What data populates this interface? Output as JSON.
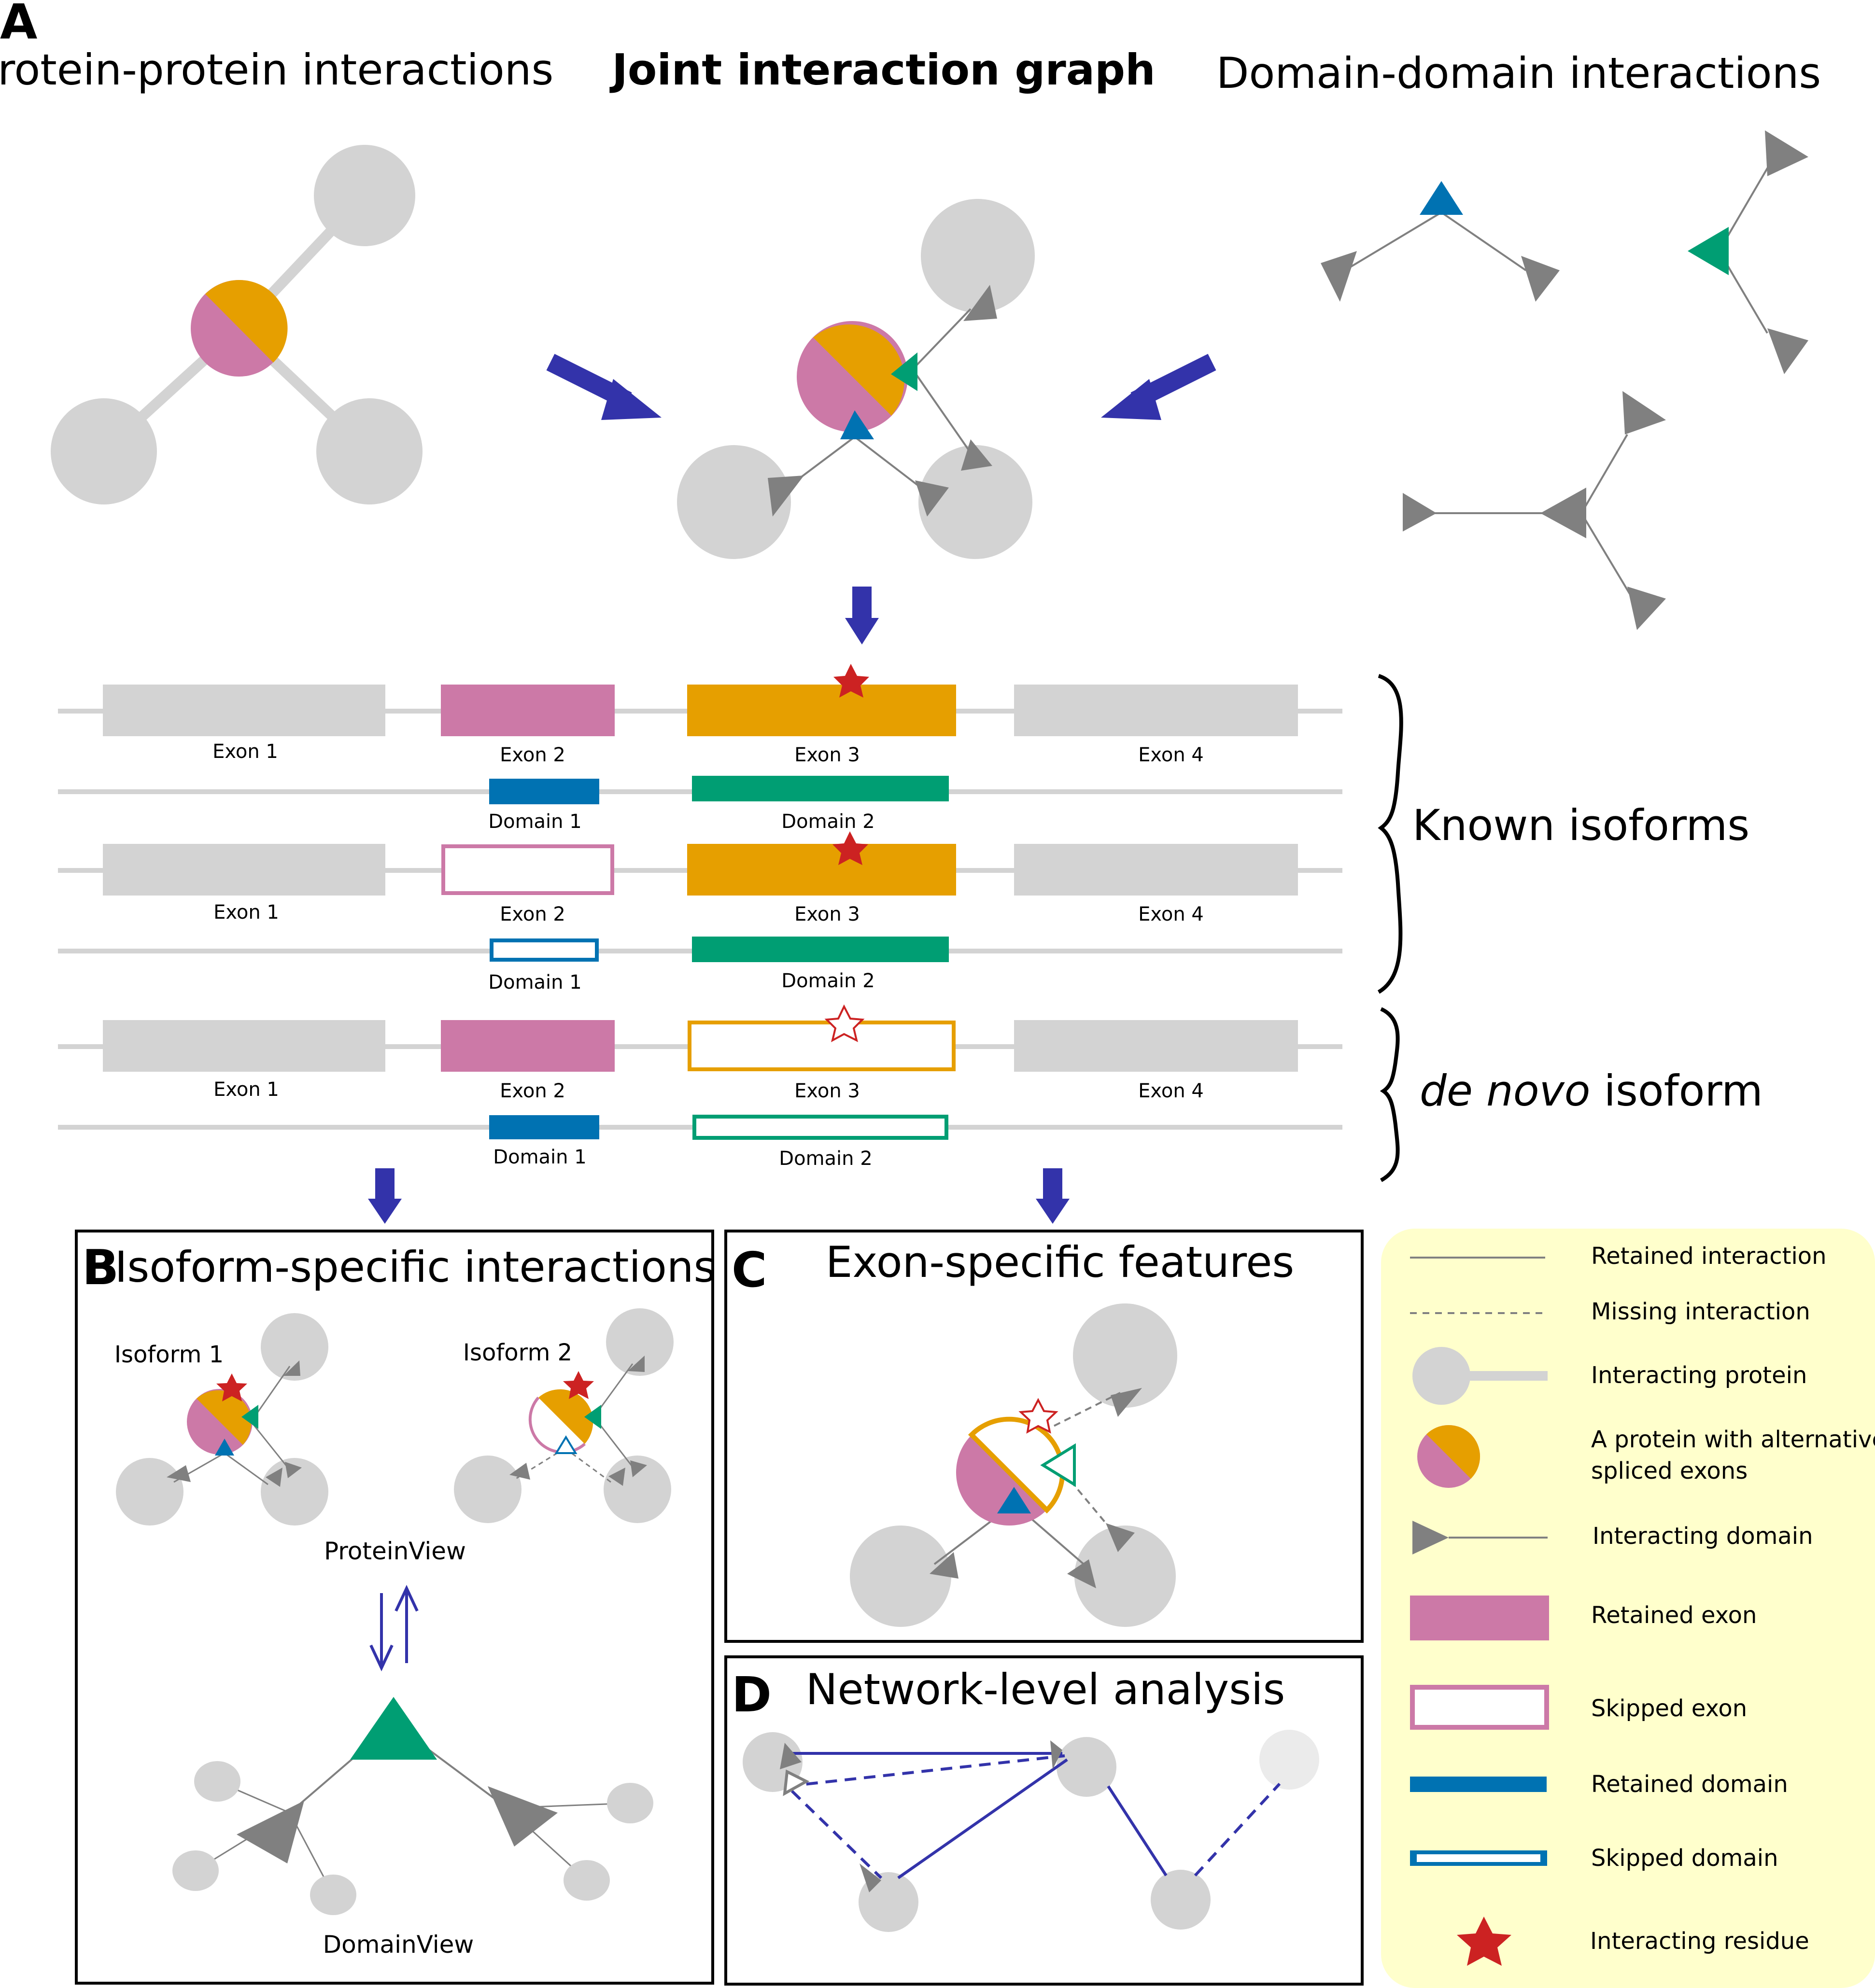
{
  "panel_letters": {
    "a": "A",
    "b": "B",
    "c": "C",
    "d": "D"
  },
  "panel_a": {
    "ppi_title": "Protein-protein interactions",
    "joint_title": "Joint interaction graph",
    "ddi_title": "Domain-domain interactions"
  },
  "isoforms": {
    "rows": [
      {
        "exon_labels": [
          "Exon 1",
          "Exon 2",
          "Exon 3",
          "Exon 4"
        ],
        "domain_labels": [
          "Domain 1",
          "Domain 2"
        ]
      },
      {
        "exon_labels": [
          "Exon 1",
          "Exon 2",
          "Exon 3",
          "Exon 4"
        ],
        "domain_labels": [
          "Domain 1",
          "Domain 2"
        ]
      },
      {
        "exon_labels": [
          "Exon 1",
          "Exon 2",
          "Exon 3",
          "Exon 4"
        ],
        "domain_labels": [
          "Domain 1",
          "Domain 2"
        ]
      }
    ],
    "known_label": "Known isoforms",
    "denovo_label_italic": "de novo",
    "denovo_label_rest": " isoform"
  },
  "panel_b": {
    "title": "Isoform-specific interactions",
    "isoform1_label": "Isoform 1",
    "isoform2_label": "Isoform 2",
    "protein_view_label": "ProteinView",
    "domain_view_label": "DomainView"
  },
  "panel_c": {
    "title": "Exon-specific features"
  },
  "panel_d": {
    "title": "Network-level analysis"
  },
  "legend": {
    "items": [
      "Retained interaction",
      "Missing interaction",
      "Interacting protein",
      "A protein with alternative",
      "spliced exons",
      "Interacting domain",
      "Retained exon",
      "Skipped exon",
      "Retained domain",
      "Skipped domain",
      "Interacting residue"
    ]
  },
  "colors": {
    "orange": "#E69F00",
    "pink": "#CC79A7",
    "green": "#009E73",
    "blue": "#0072B2",
    "grey_node": "#D3D3D3",
    "grey_domain": "#808080",
    "arrow": "#3333AA",
    "star": "#CC2222",
    "legend_bg": "#FFFFCC"
  }
}
